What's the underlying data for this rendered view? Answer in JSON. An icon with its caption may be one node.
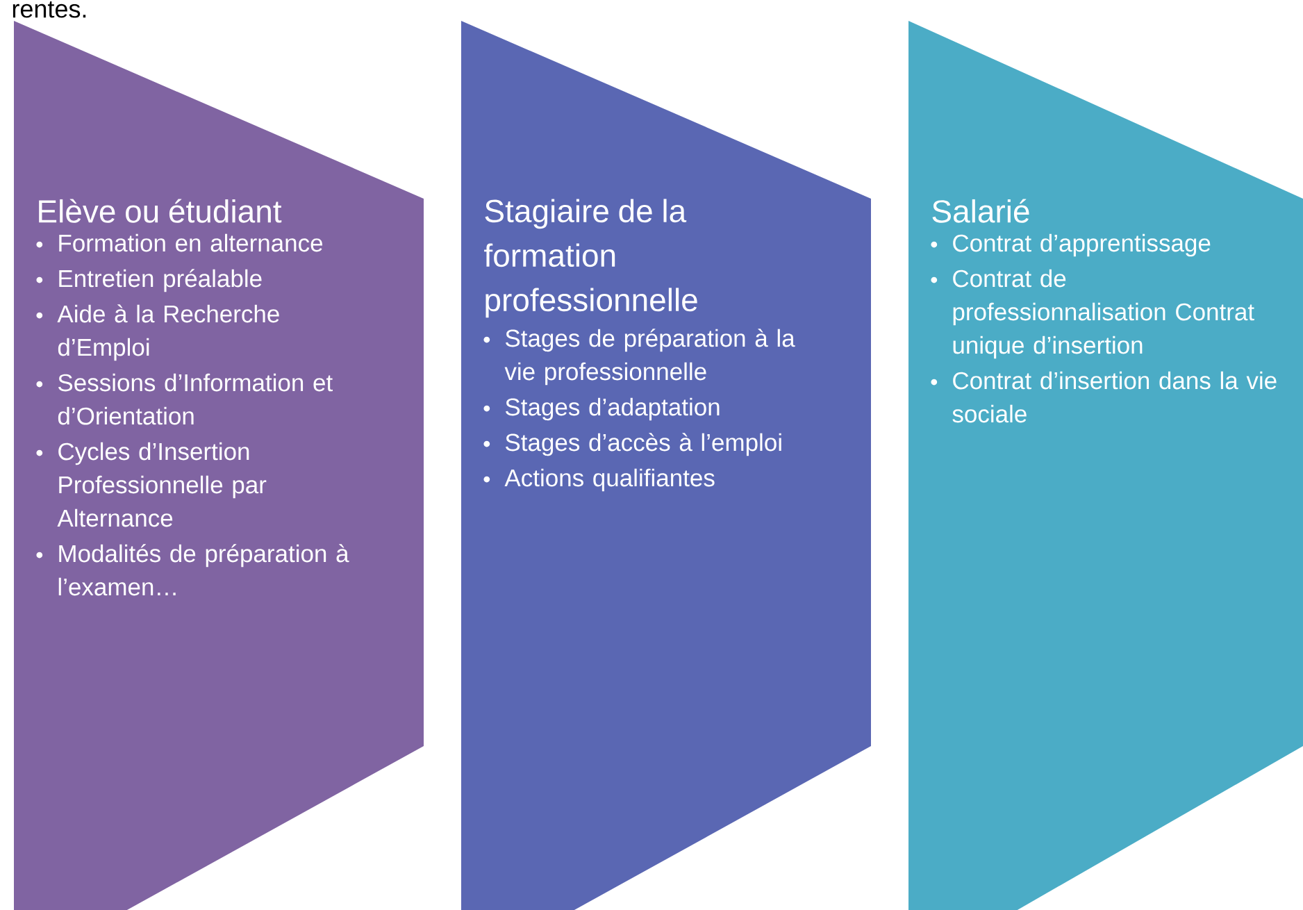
{
  "diagram": {
    "nodes": [
      {
        "text": [
          "Elève ou étudiant",
          "Formation en alternance",
          "Entretien préalable",
          "Aide à la Recherche d’Emploi",
          "Sessions d’Information et d’Orientation",
          "Cycles d’Insertion Professionnelle par Alternance",
          "Modalités de préparation à l’examen…"
        ]
      },
      {
        "text": [
          "Stagiaire de la formation professionnelle",
          "Stages de préparation à la vie professionnelle",
          "Stages d’adaptation",
          "Stages d’accès à l’emploi",
          "Actions qualifiantes"
        ]
      },
      {
        "text": [
          "Salarié",
          "Contrat d’apprentissage",
          "Contrat de professionnalisation Contrat unique d’insertion",
          "Contrat d’insertion dans la vie sociale"
        ]
      }
    ],
    "labels": [
      "rentes."
    ]
  }
}
